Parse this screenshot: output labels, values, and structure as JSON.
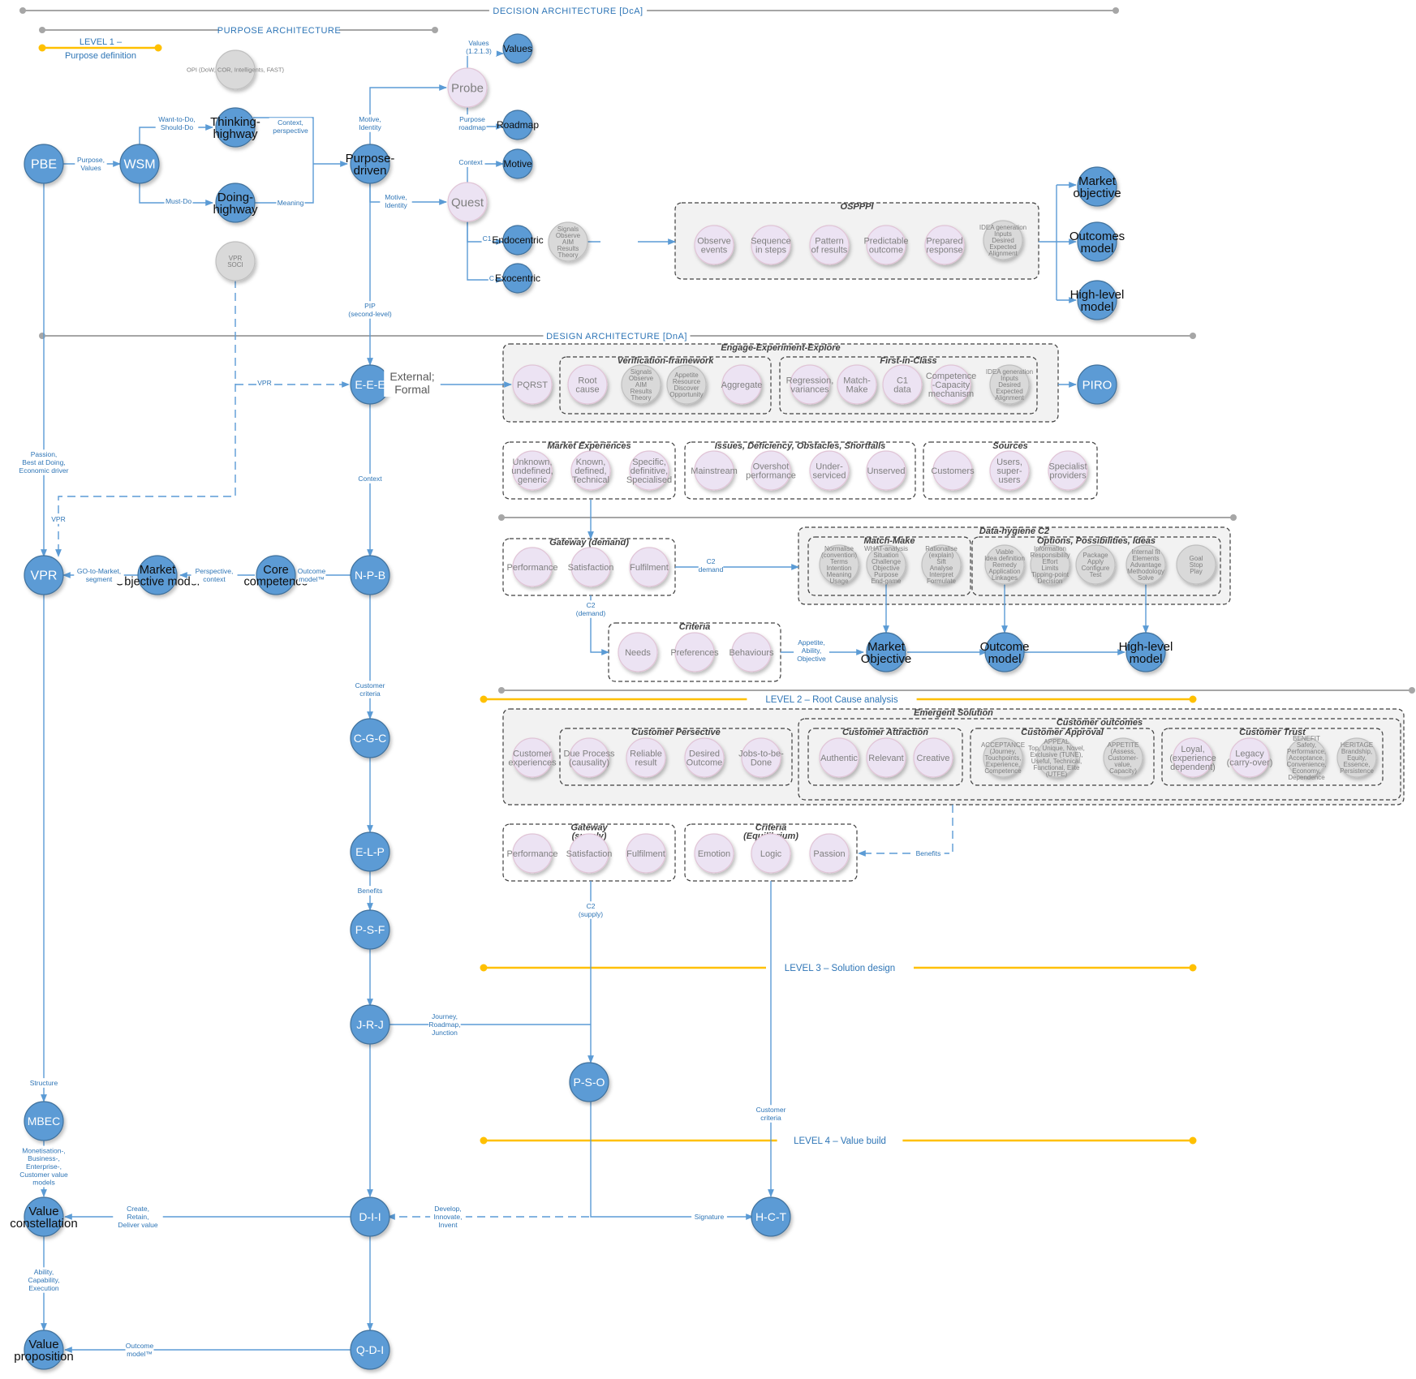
{
  "colors": {
    "node_blue": "#5b9bd5",
    "node_blue_stroke": "#41719c",
    "node_grey": "#d9d9d9",
    "node_grey_stroke": "#bfbfbf",
    "node_pink": "#ece3f3",
    "node_pink_stroke": "#e0c4d6",
    "connector": "#5b9bd5",
    "label_blue": "#2e75b6",
    "rail_grey": "#a6a6a6",
    "level_gold": "#ffc000",
    "group_fill": "#f2f2f2",
    "group_stroke": "#404040"
  },
  "header_lines": [
    {
      "text": "DECISION ARCHITECTURE [DcA]"
    },
    {
      "text": "PURPOSE ARCHITECTURE"
    },
    {
      "text": "DESIGN ARCHITECTURE [DnA]"
    }
  ],
  "level_lines": [
    {
      "text": "LEVEL 1 –\nPurpose definition"
    },
    {
      "text": "LEVEL 2 – Root Cause analysis"
    },
    {
      "text": "LEVEL 3 – Solution design"
    },
    {
      "text": "LEVEL 4 – Value build"
    }
  ],
  "groups": [
    {
      "title": "OSPPPI"
    },
    {
      "title": "Engage-Experiment-Explore"
    },
    {
      "title": "Verification-framework"
    },
    {
      "title": "First-in-Class"
    },
    {
      "title": "Market Experiences"
    },
    {
      "title": "Issues, Deficiency, Obstacles, Shortfalls"
    },
    {
      "title": "Sources"
    },
    {
      "title": "Gateway (demand)"
    },
    {
      "title": "Data-hygiene C2"
    },
    {
      "title": "Match-Make"
    },
    {
      "title": "Options, Possibilities, Ideas"
    },
    {
      "title": "Criteria"
    },
    {
      "title": "Emergent Solution"
    },
    {
      "title": "Customer Persective"
    },
    {
      "title": "Customer outcomes"
    },
    {
      "title": "Customer Attraction"
    },
    {
      "title": "Customer Approval"
    },
    {
      "title": "Customer Trust"
    },
    {
      "title": "Gateway\n(supply)"
    },
    {
      "title": "Criteria\n(Equilibrium)"
    }
  ],
  "nodes": [
    {
      "label": "PBE",
      "kind": "blue"
    },
    {
      "label": "WSM",
      "kind": "blue"
    },
    {
      "label": "OPI (DoW, COR, Intelligents, FAST)",
      "kind": "grey"
    },
    {
      "label": "Thinking-\nhighway",
      "kind": "blue"
    },
    {
      "label": "Doing-\nhighway",
      "kind": "blue"
    },
    {
      "label": "VPR\nSOCI",
      "kind": "grey"
    },
    {
      "label": "Purpose-\ndriven",
      "kind": "blue"
    },
    {
      "label": "Probe",
      "kind": "pink"
    },
    {
      "label": "Values",
      "kind": "blue"
    },
    {
      "label": "Roadmap",
      "kind": "blue"
    },
    {
      "label": "Motive",
      "kind": "blue"
    },
    {
      "label": "Quest",
      "kind": "pink"
    },
    {
      "label": "Endocentric",
      "kind": "blue"
    },
    {
      "label": "Exocentric",
      "kind": "blue"
    },
    {
      "label": "Signals\nObserve\nAIM\nResults\nTheory",
      "kind": "grey"
    },
    {
      "label": "Observe\nevents",
      "kind": "pink"
    },
    {
      "label": "Sequence\nin steps",
      "kind": "pink"
    },
    {
      "label": "Pattern\nof results",
      "kind": "pink"
    },
    {
      "label": "Predictable\noutcome",
      "kind": "pink"
    },
    {
      "label": "Prepared\nresponse",
      "kind": "pink"
    },
    {
      "label": "IDEA generation\nInputs\nDesired\nExpected\nAlignment",
      "kind": "grey"
    },
    {
      "label": "Market\nobjective",
      "kind": "blue"
    },
    {
      "label": "Outcomes\nmodel",
      "kind": "blue"
    },
    {
      "label": "High-level\nmodel",
      "kind": "blue"
    },
    {
      "label": "E-E-E",
      "kind": "blue"
    },
    {
      "label": "PQRST",
      "kind": "pink"
    },
    {
      "label": "Root\ncause",
      "kind": "pink"
    },
    {
      "label": "Signals\nObserve\nAIM\nResults\nTheory",
      "kind": "grey"
    },
    {
      "label": "Appetite\nResource\nDiscover\nOpportunity",
      "kind": "grey"
    },
    {
      "label": "Aggregate",
      "kind": "pink"
    },
    {
      "label": "Regression,\nvariances",
      "kind": "pink"
    },
    {
      "label": "Match-\nMake",
      "kind": "pink"
    },
    {
      "label": "C1\ndata",
      "kind": "pink"
    },
    {
      "label": "Competence\n-Capacity\nmechanism",
      "kind": "pink"
    },
    {
      "label": "IDEA generation\nInputs\nDesired\nExpected\nAlignment",
      "kind": "grey"
    },
    {
      "label": "PIRO",
      "kind": "blue"
    },
    {
      "label": "Unknown,\nundefined,\ngeneric",
      "kind": "pink"
    },
    {
      "label": "Known,\ndefined,\nTechnical",
      "kind": "pink"
    },
    {
      "label": "Specific,\ndefinitive,\nSpecialised",
      "kind": "pink"
    },
    {
      "label": "Mainstream",
      "kind": "pink"
    },
    {
      "label": "Overshot\nperformance",
      "kind": "pink"
    },
    {
      "label": "Under-\nserviced",
      "kind": "pink"
    },
    {
      "label": "Unserved",
      "kind": "pink"
    },
    {
      "label": "Customers",
      "kind": "pink"
    },
    {
      "label": "Users,\nsuper-\nusers",
      "kind": "pink"
    },
    {
      "label": "Specialist\nproviders",
      "kind": "pink"
    },
    {
      "label": "VPR",
      "kind": "blue"
    },
    {
      "label": "Market\nObjective model",
      "kind": "blue"
    },
    {
      "label": "Core\ncompetence",
      "kind": "blue"
    },
    {
      "label": "N-P-B",
      "kind": "blue"
    },
    {
      "label": "Performance",
      "kind": "pink"
    },
    {
      "label": "Satisfaction",
      "kind": "pink"
    },
    {
      "label": "Fulfilment",
      "kind": "pink"
    },
    {
      "label": "Normalise\n(convention)\nTerms\nIntention\nMeaning\nUsage",
      "kind": "grey"
    },
    {
      "label": "WHAT-analysis\nSituation\nChallenge\nObjective\nPurpose\nEnd-game",
      "kind": "grey"
    },
    {
      "label": "Rationalise\n(explain)\nSift\nAnalyse\nInterpret\nFormulate",
      "kind": "grey"
    },
    {
      "label": "Viable\nIdea definition\nRemedy\nApplication\nLinkages",
      "kind": "grey"
    },
    {
      "label": "Information\nResponsibility\nEffort\nLimits\nTipping-point\nDecision",
      "kind": "grey"
    },
    {
      "label": "Package\nApply\nConfigure\nTest",
      "kind": "grey"
    },
    {
      "label": "Internal fit\nElements\nAdvantage\nMethodology\nSolve",
      "kind": "grey"
    },
    {
      "label": "Goal\nStop\nPlay",
      "kind": "grey"
    },
    {
      "label": "Needs",
      "kind": "pink"
    },
    {
      "label": "Preferences",
      "kind": "pink"
    },
    {
      "label": "Behaviours",
      "kind": "pink"
    },
    {
      "label": "Market\nObjective",
      "kind": "blue"
    },
    {
      "label": "Outcome\nmodel",
      "kind": "blue"
    },
    {
      "label": "High-level\nmodel",
      "kind": "blue"
    },
    {
      "label": "C-G-C",
      "kind": "blue"
    },
    {
      "label": "Customer\nexperiences",
      "kind": "pink"
    },
    {
      "label": "Due Process\n(causality)",
      "kind": "pink"
    },
    {
      "label": "Reliable\nresult",
      "kind": "pink"
    },
    {
      "label": "Desired\nOutcome",
      "kind": "pink"
    },
    {
      "label": "Jobs-to-be-\nDone",
      "kind": "pink"
    },
    {
      "label": "Authentic",
      "kind": "pink"
    },
    {
      "label": "Relevant",
      "kind": "pink"
    },
    {
      "label": "Creative",
      "kind": "pink"
    },
    {
      "label": "ACCEPTANCE\n(Journey,\nTouchpoints,\nExperience,\nCompetence",
      "kind": "grey"
    },
    {
      "label": "APPEAL\nTop, Unique, Novel,\nExclusive (TUNE),\nUseful, Technical,\nFunctional, Elite\n(UTFE)",
      "kind": "grey"
    },
    {
      "label": "APPETITE\n(Assess,\nCustomer-\nvalue,\nCapacity)",
      "kind": "grey"
    },
    {
      "label": "Loyal,\n(experience\ndependent)",
      "kind": "pink"
    },
    {
      "label": "Legacy\n(carry-over)",
      "kind": "pink"
    },
    {
      "label": "BENEFIT\nSafety,\nPerformance,\nAcceptance,\nConvenience,\nEconomy,\nDependence",
      "kind": "grey"
    },
    {
      "label": "HERITAGE\nBrandship,\nEquity,\nEssence,\nPersistence",
      "kind": "grey"
    },
    {
      "label": "E-L-P",
      "kind": "blue"
    },
    {
      "label": "Performance",
      "kind": "pink"
    },
    {
      "label": "Satisfaction",
      "kind": "pink"
    },
    {
      "label": "Fulfilment",
      "kind": "pink"
    },
    {
      "label": "Emotion",
      "kind": "pink"
    },
    {
      "label": "Logic",
      "kind": "pink"
    },
    {
      "label": "Passion",
      "kind": "pink"
    },
    {
      "label": "P-S-F",
      "kind": "blue"
    },
    {
      "label": "J-R-J",
      "kind": "blue"
    },
    {
      "label": "P-S-O",
      "kind": "blue"
    },
    {
      "label": "MBEC",
      "kind": "blue"
    },
    {
      "label": "Value\nconstellation",
      "kind": "blue"
    },
    {
      "label": "D-I-I",
      "kind": "blue"
    },
    {
      "label": "H-C-T",
      "kind": "blue"
    },
    {
      "label": "Value\nproposition",
      "kind": "blue"
    },
    {
      "label": "Q-D-I",
      "kind": "blue"
    }
  ],
  "edge_labels": [
    {
      "text": "Purpose,\nValues"
    },
    {
      "text": "Want-to-Do,\nShould-Do"
    },
    {
      "text": "Must-Do"
    },
    {
      "text": "Context,\nperspective"
    },
    {
      "text": "Meaning"
    },
    {
      "text": "Motive,\nIdentity"
    },
    {
      "text": "Values\n(1.2.1.3)"
    },
    {
      "text": "Purpose\nroadmap"
    },
    {
      "text": "Context"
    },
    {
      "text": "Motive,\nIdentity"
    },
    {
      "text": "C1"
    },
    {
      "text": "C"
    },
    {
      "text": "PIP\n(second-level)"
    },
    {
      "text": "External;\nFormal"
    },
    {
      "text": "VPR"
    },
    {
      "text": "Passion,\nBest at Doing,\nEconomic driver"
    },
    {
      "text": "Context"
    },
    {
      "text": "VPR"
    },
    {
      "text": "GO-to-Market,\nsegment"
    },
    {
      "text": "Perspective,\ncontext"
    },
    {
      "text": "Outcome\nmodel™"
    },
    {
      "text": "C2\ndemand"
    },
    {
      "text": "C2\n(demand)"
    },
    {
      "text": "Appetite,\nAbility,\nObjective"
    },
    {
      "text": "Customer\ncriteria"
    },
    {
      "text": "Benefits"
    },
    {
      "text": "Benefits"
    },
    {
      "text": "C2\n(supply)"
    },
    {
      "text": "Journey,\nRoadmap,\nJunction"
    },
    {
      "text": "Customer\ncriteria"
    },
    {
      "text": "Structure"
    },
    {
      "text": "Monetisation-,\nBusiness-,\nEnterprise-,\nCustomer value\nmodels"
    },
    {
      "text": "Create,\nRetain,\nDeliver value"
    },
    {
      "text": "Develop,\nInnovate,\nInvent"
    },
    {
      "text": "Signature"
    },
    {
      "text": "Ability,\nCapability,\nExecution"
    },
    {
      "text": "Outcome\nmodel™"
    }
  ]
}
